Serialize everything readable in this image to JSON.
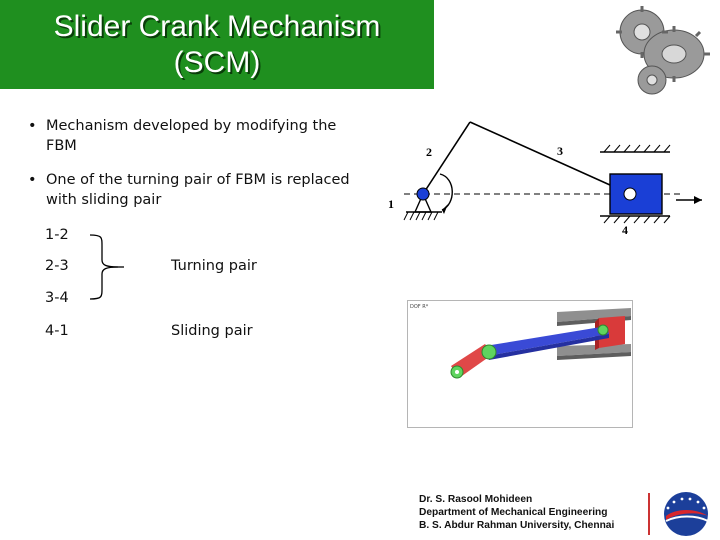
{
  "title": {
    "line1": "Slider Crank Mechanism",
    "line2": "(SCM)"
  },
  "bullets": [
    "Mechanism developed by modifying the FBM",
    "One of the turning pair of FBM is replaced with sliding pair"
  ],
  "bullet_glyph": "•",
  "pairs": {
    "p12": "1-2",
    "p23": "2-3",
    "p34": "3-4",
    "p41": "4-1",
    "turning_label": "Turning pair",
    "sliding_label": "Sliding pair"
  },
  "diagram": {
    "labels": {
      "l1": "1",
      "l2": "2",
      "l3": "3",
      "l4": "4"
    },
    "colors": {
      "slider": "#1a3fd6",
      "ground": "#000000"
    }
  },
  "simulation": {
    "corner_label": "DOF R*"
  },
  "credit": {
    "line1": "Dr. S. Rasool Mohideen",
    "line2": "Department of Mechanical Engineering",
    "line3": "B. S. Abdur Rahman University, Chennai"
  },
  "colors": {
    "title_bg": "#1f8f1f",
    "title_text": "#ffffff"
  }
}
